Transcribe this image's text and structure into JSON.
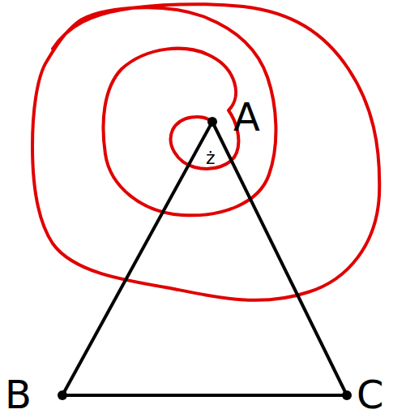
{
  "diagram": {
    "labels": [
      "A",
      "B",
      "C",
      "ż"
    ]
  }
}
